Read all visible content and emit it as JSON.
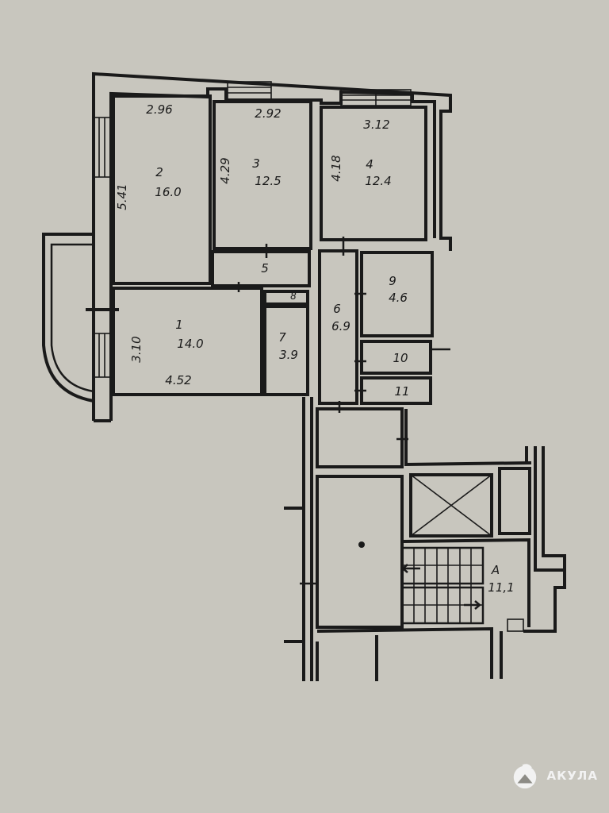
{
  "rooms": [
    {
      "number": "1",
      "area": "14.0",
      "width": "4.52",
      "height": "3.10"
    },
    {
      "number": "2",
      "area": "16.0",
      "width": "2.96",
      "height": "5.41"
    },
    {
      "number": "3",
      "area": "12.5",
      "width": "2.92",
      "height": "4.29"
    },
    {
      "number": "4",
      "area": "12.4",
      "width": "3.12",
      "height": "4.18"
    },
    {
      "number": "5"
    },
    {
      "number": "6",
      "area": "6.9"
    },
    {
      "number": "7",
      "area": "3.9"
    },
    {
      "number": "8"
    },
    {
      "number": "9",
      "area": "4.6"
    },
    {
      "number": "10"
    },
    {
      "number": "11"
    }
  ],
  "stairwell": {
    "label": "A",
    "area": "11,1"
  },
  "watermark": {
    "text": "АКУЛА"
  }
}
